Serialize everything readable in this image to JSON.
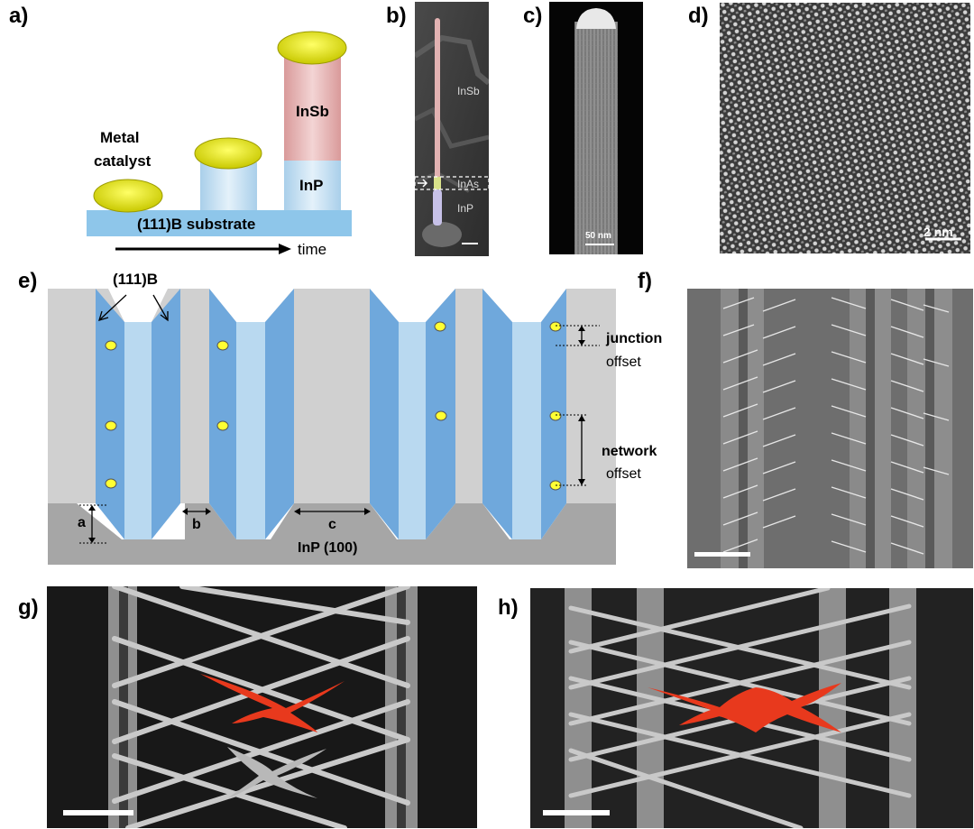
{
  "panels": {
    "a": "a)",
    "b": "b)",
    "c": "c)",
    "d": "d)",
    "e": "e)",
    "f": "f)",
    "g": "g)",
    "h": "h)"
  },
  "panel_a": {
    "metal_catalyst_line1": "Metal",
    "metal_catalyst_line2": "catalyst",
    "insb": "InSb",
    "inp": "InP",
    "substrate": "(111)B substrate",
    "time": "time",
    "colors": {
      "catalyst": "#e6e600",
      "insb": "#e8b4b4",
      "inp": "#c7e1f3",
      "substrate": "#8ec6ea"
    }
  },
  "panel_b": {
    "insb": "InSb",
    "inas": "InAs",
    "inp": "InP"
  },
  "panel_c": {
    "scale": "50 nm"
  },
  "panel_d": {
    "scale": "2 nm"
  },
  "panel_e": {
    "facet": "(111)B",
    "junction": "junction",
    "junction_offset": "offset",
    "network": "network",
    "network_offset": "offset",
    "a": "a",
    "b": "b",
    "c": "c",
    "substrate": "InP (100)",
    "colors": {
      "trench": "#6fa8dc",
      "trench_light": "#b9d9f0",
      "mask": "#d0d0d0",
      "substrate": "#a6a6a6",
      "catalyst": "#ffff33"
    }
  },
  "panel_g": {
    "highlight_color": "#e8391d"
  },
  "panel_h": {
    "highlight_color": "#e8391d"
  }
}
